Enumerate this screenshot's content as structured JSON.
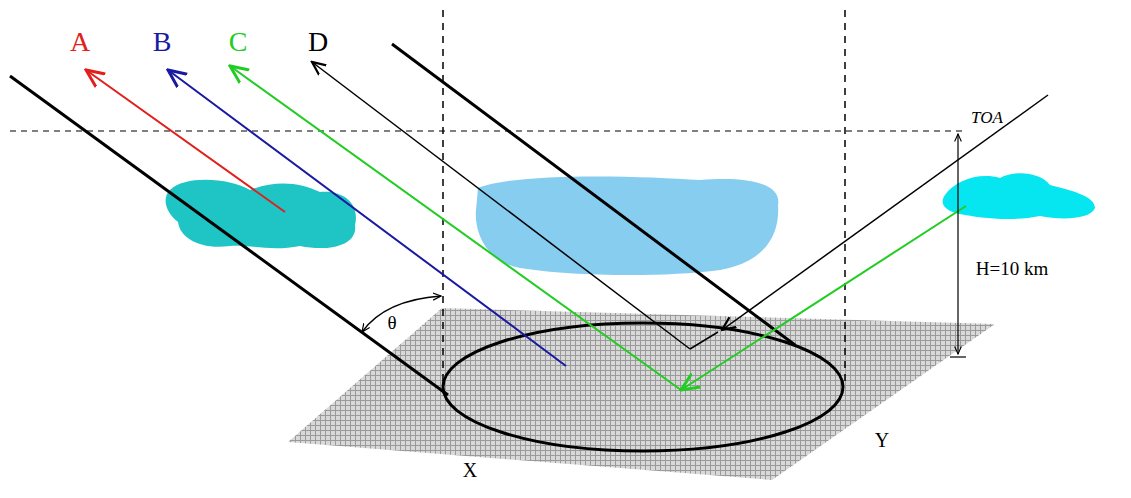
{
  "diagram": {
    "labels": [
      "A",
      "B",
      "C",
      "D",
      "TOA",
      "H=10 km",
      "θ",
      "X",
      "Y"
    ]
  }
}
